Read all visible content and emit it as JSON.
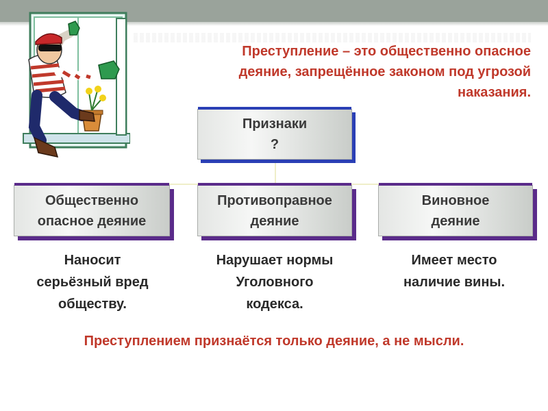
{
  "definition": {
    "lines": [
      "Преступление – это общественно опасное",
      "деяние, запрещённое законом под угрозой",
      "наказания."
    ]
  },
  "signs_box": {
    "lines": [
      "Признаки",
      "?"
    ]
  },
  "features": [
    {
      "label_lines": [
        "Общественно",
        "опасное деяние"
      ],
      "desc_lines": [
        "Наносит",
        "серьёзный вред",
        "обществу."
      ]
    },
    {
      "label_lines": [
        "Противоправное",
        "деяние"
      ],
      "desc_lines": [
        "Нарушает нормы",
        "Уголовного",
        "кодекса."
      ]
    },
    {
      "label_lines": [
        "Виновное",
        "деяние"
      ],
      "desc_lines": [
        "Имеет место",
        "наличие вины."
      ]
    }
  ],
  "footer": {
    "text": "Преступлением признаётся только деяние, а не мысли."
  },
  "colors": {
    "accent_red": "#c0392b",
    "box_shadow_purple": "#5a2b8a",
    "box_shadow_blue": "#2a3fb5",
    "top_bar": "#9aa39b"
  },
  "illustration": {
    "icon": "burglar-climbing-window-icon"
  }
}
